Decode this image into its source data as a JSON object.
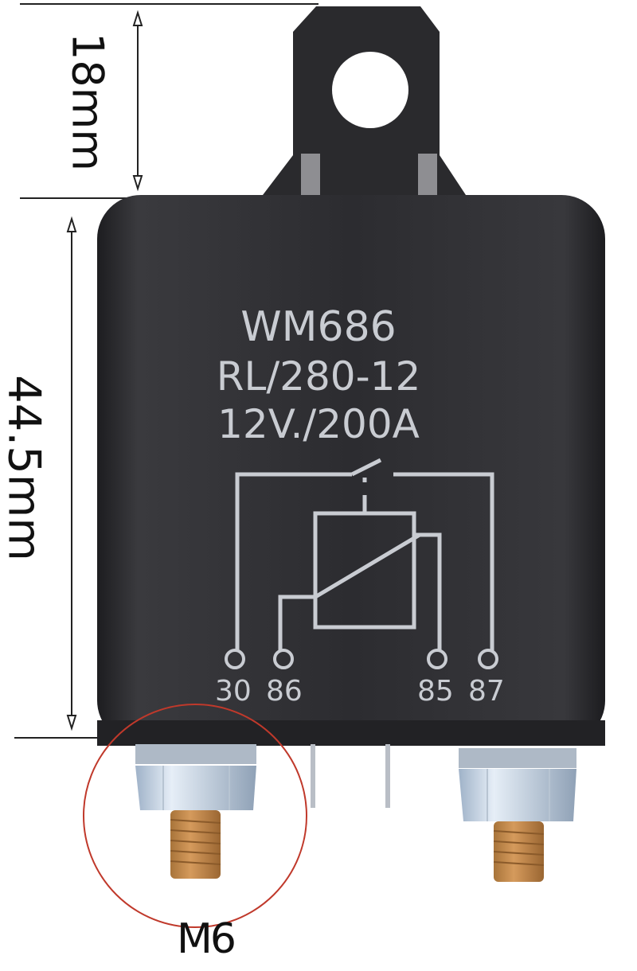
{
  "product": {
    "model": "WM686",
    "part_number": "RL/280-12",
    "rating": "12V./200A",
    "pins": [
      "30",
      "86",
      "85",
      "87"
    ],
    "body_color": "#2b2b2e",
    "print_color": "#c9ccd2"
  },
  "dimensions": {
    "tab_height": "18mm",
    "body_height": "44.5mm",
    "thread_size": "M6",
    "highlight_color": "#c0392b"
  }
}
